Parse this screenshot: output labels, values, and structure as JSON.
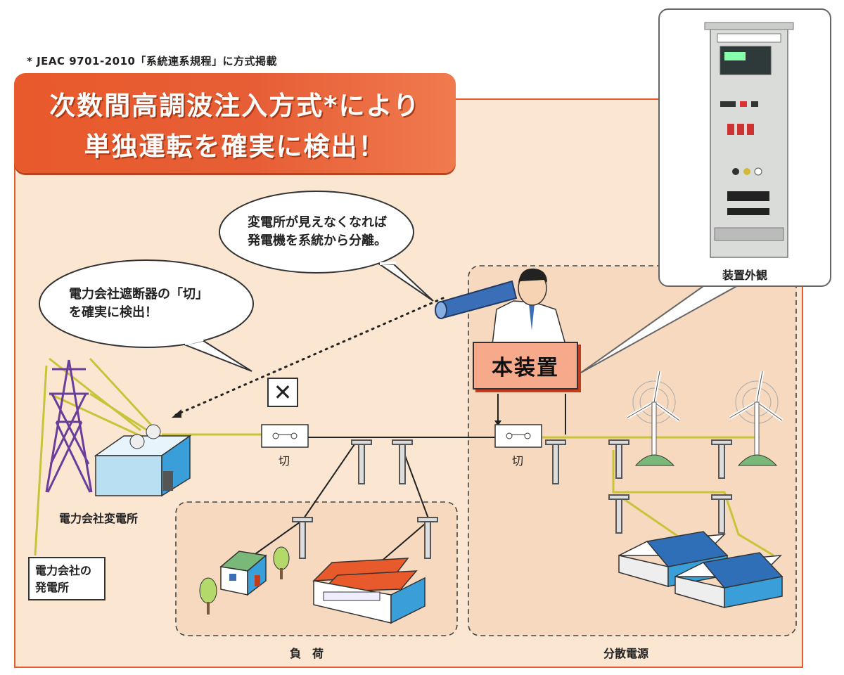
{
  "footnote": "* JEAC 9701-2010「系統連系規程」に方式掲載",
  "banner": {
    "line1": "次数間高調波注入方式*により",
    "line2": "単独運転を確実に検出！"
  },
  "bubble_substation": {
    "line1": "変電所が見えなくなれば",
    "line2": "発電機を系統から分離。"
  },
  "bubble_breaker": {
    "line1": "電力会社遮断器の「切」",
    "line2": "を確実に検出！"
  },
  "device_label": "本装置",
  "device_photo_caption": "装置外観",
  "cross_mark": "✕",
  "switch_left_label": "切",
  "switch_right_label": "切",
  "substation_label": "電力会社変電所",
  "plant_label": {
    "line1": "電力会社の",
    "line2": "発電所"
  },
  "load_label": "負　荷",
  "distributed_label": "分散電源",
  "colors": {
    "accent_orange": "#e85a2c",
    "panel_bg": "#fbe6d2",
    "line_yellow": "#c8c43a",
    "tower_purple": "#6a3d9a",
    "device_pink": "#f7a98c"
  }
}
